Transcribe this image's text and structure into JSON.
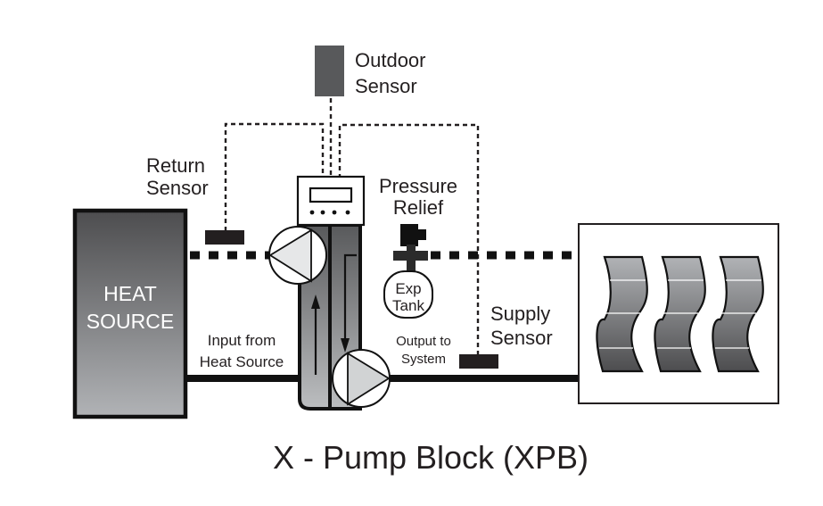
{
  "diagram": {
    "title": "X - Pump Block  (XPB)",
    "components": {
      "heat_source": {
        "line1": "HEAT",
        "line2": "SOURCE"
      },
      "outdoor_sensor": {
        "line1": "Outdoor",
        "line2": "Sensor"
      },
      "return_sensor": {
        "line1": "Return",
        "line2": "Sensor"
      },
      "pressure_relief": {
        "line1": "Pressure",
        "line2": "Relief"
      },
      "exp_tank": {
        "line1": "Exp",
        "line2": "Tank"
      },
      "supply_sensor": {
        "line1": "Supply",
        "line2": "Sensor"
      },
      "input_label": {
        "line1": "Input from",
        "line2": "Heat Source"
      },
      "output_label": {
        "line1": "Output to",
        "line2": "System"
      }
    },
    "emitters_count": 3,
    "colors": {
      "line": "#111111",
      "sensor": "#231f20",
      "outdoor_sensor": "#58595b",
      "gradient_dark": "#4d4d4f",
      "gradient_light": "#a7a9ac",
      "pump_fill": "#e6e7e8"
    }
  }
}
